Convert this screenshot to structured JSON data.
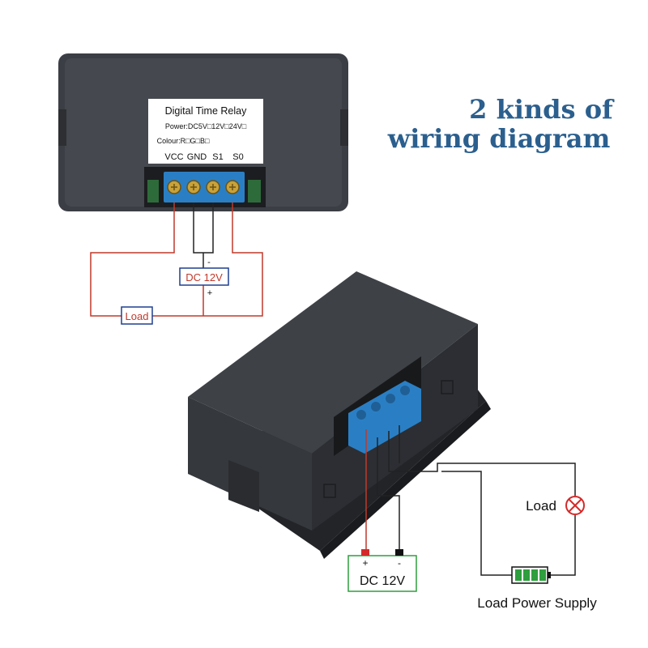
{
  "heading": {
    "line1": "2 kinds of",
    "line2": "wiring diagram",
    "color": "#2b5f8e"
  },
  "top_diagram": {
    "label_card": {
      "title": "Digital Time Relay",
      "power_line": "Power:DC5V□12V□24V□",
      "colour_line": "Colour:R□G□B□"
    },
    "terminals": [
      "VCC",
      "GND",
      "S1",
      "S0"
    ],
    "supply": {
      "label": "DC 12V",
      "minus": "-",
      "plus": "+"
    },
    "load_label": "Load"
  },
  "bottom_diagram": {
    "supply": {
      "label": "DC 12V",
      "plus": "+",
      "minus": "-"
    },
    "load_label": "Load",
    "load_icon": "lamp-icon",
    "power_supply_label": "Load Power Supply",
    "power_supply_icon": "battery-icon"
  },
  "colors": {
    "wire_red": "#c0392b",
    "wire_black": "#222222",
    "box_blue": "#1f3f8f",
    "box_green": "#2e9e3e",
    "terminal_blue": "#2a7fc4",
    "device_dark": "#3a3d42"
  }
}
